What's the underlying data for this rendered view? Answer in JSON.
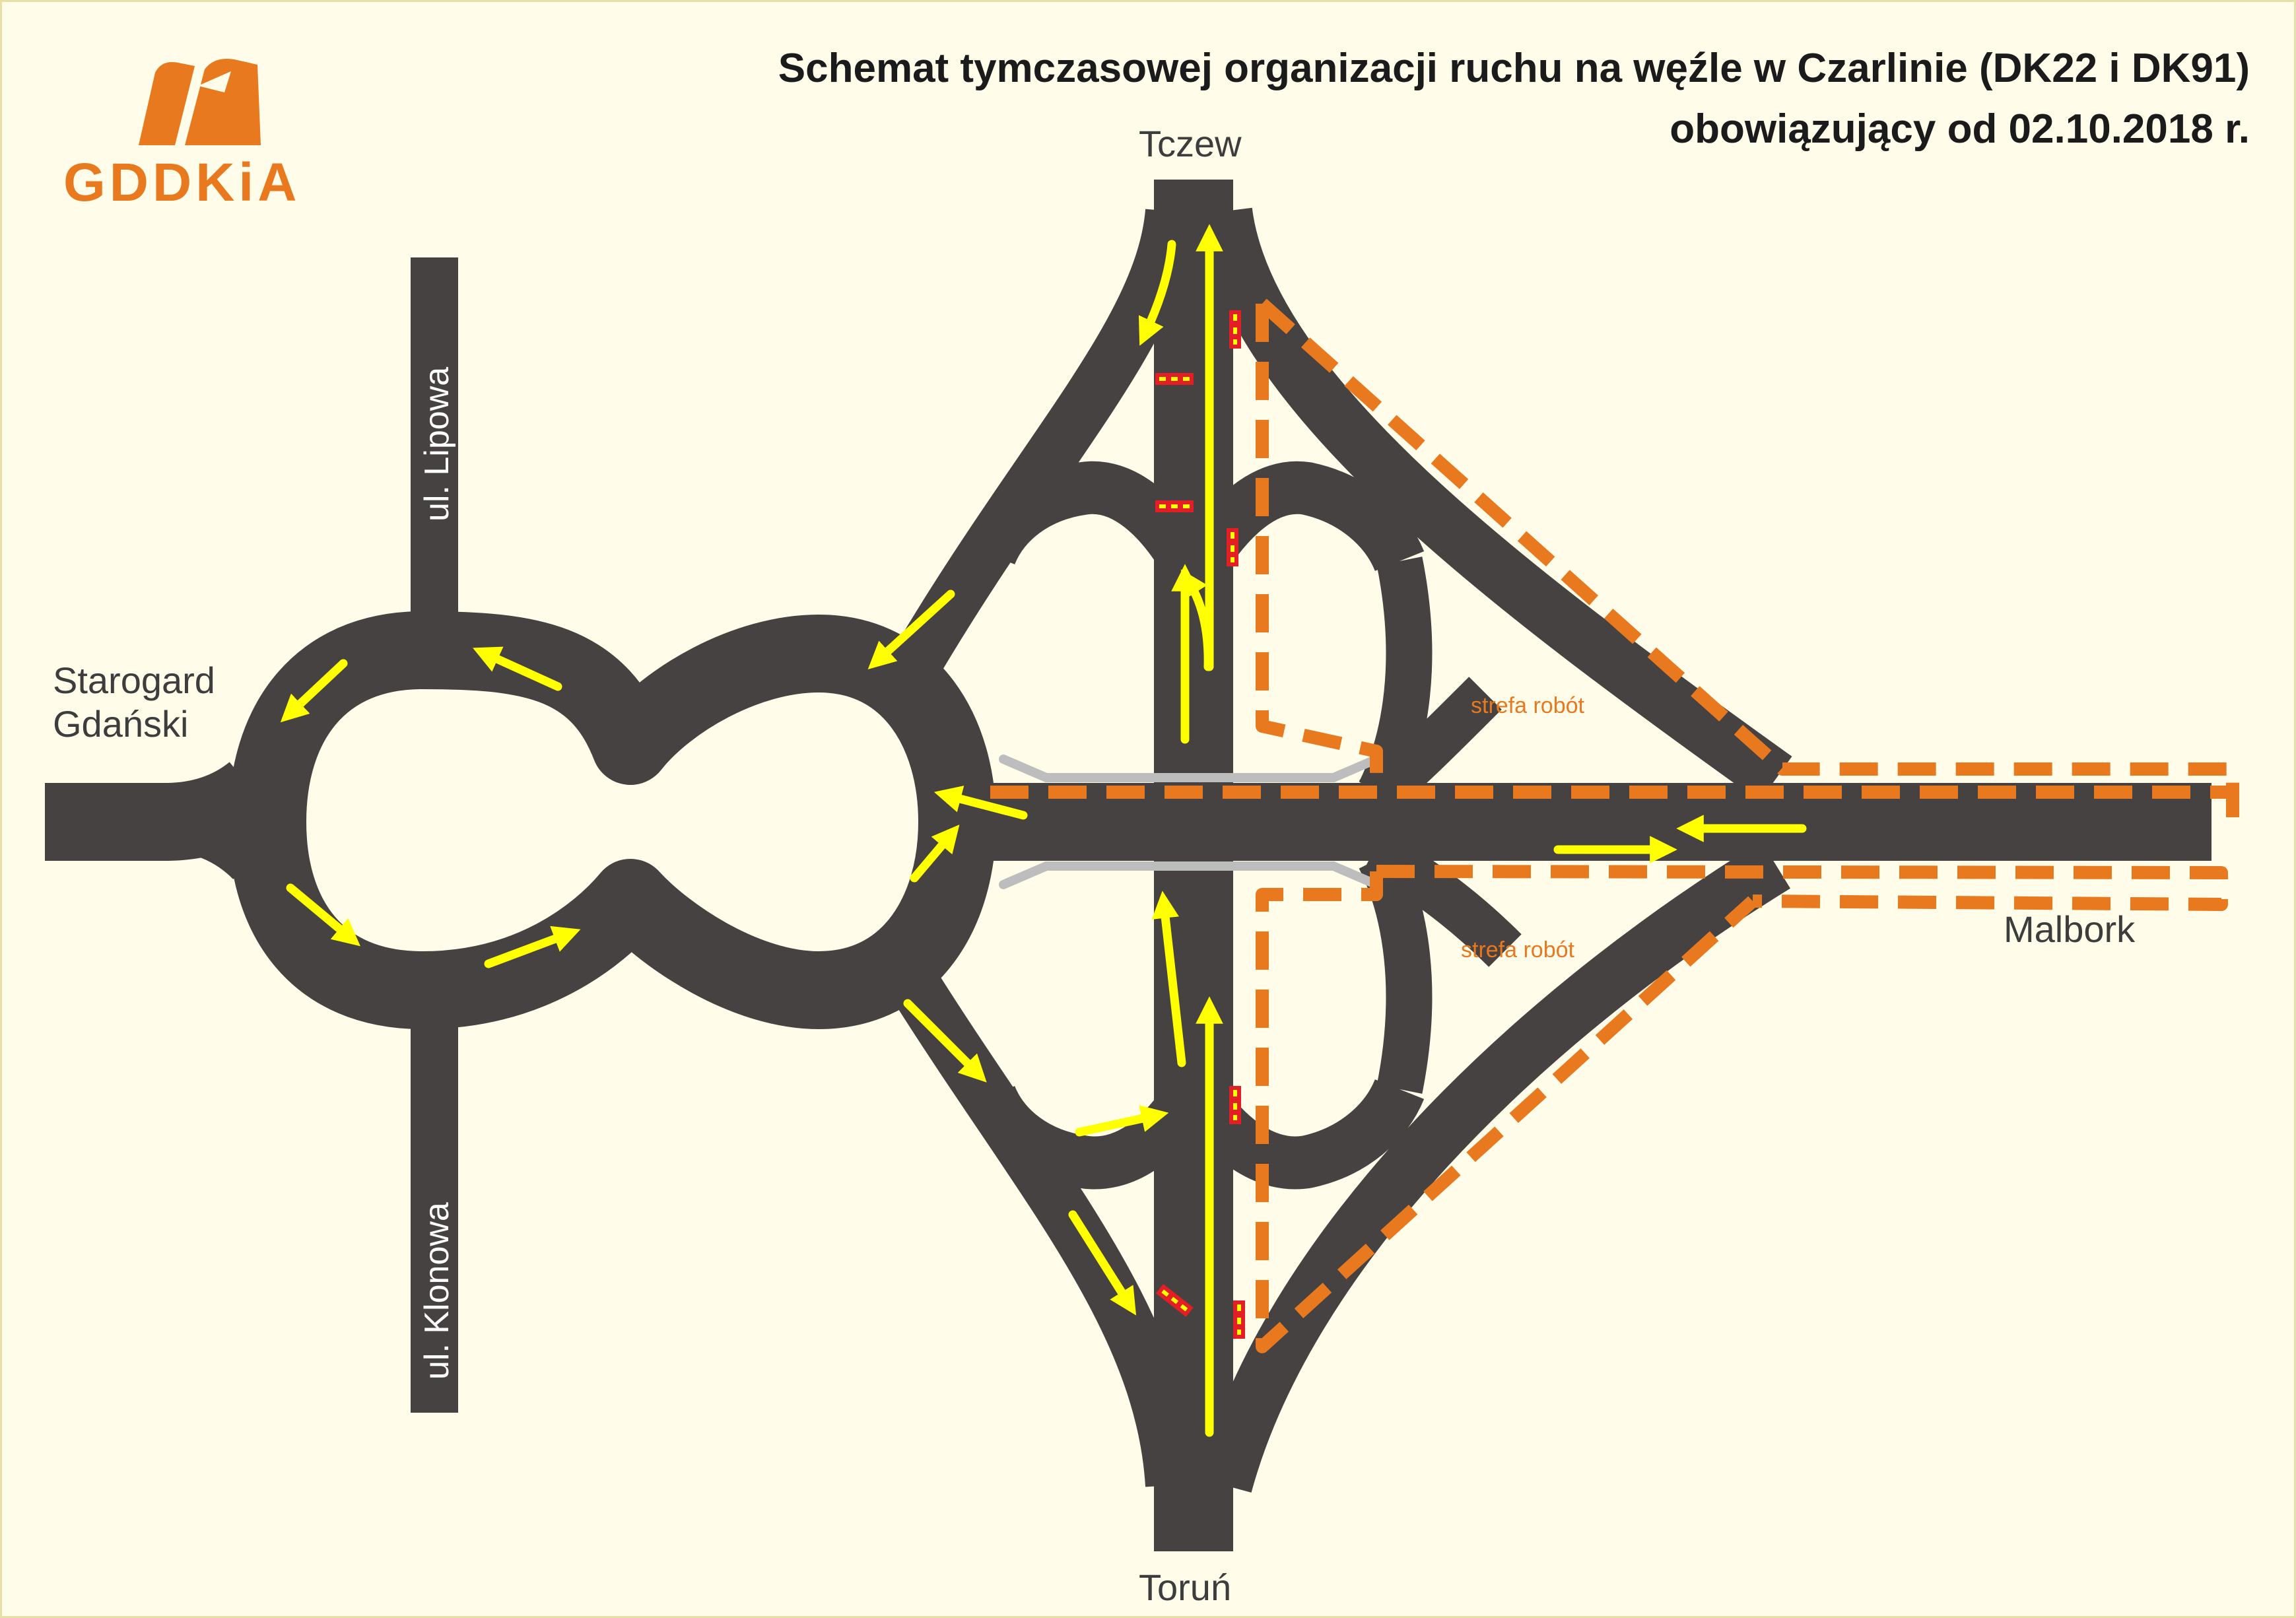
{
  "title": {
    "line1": "Schemat tymczasowej organizacji ruchu na węźle w Czarlinie (DK22 i DK91)",
    "line2": "obowiązujący od 02.10.2018 r."
  },
  "logo": {
    "text": "GDDKiA",
    "icon": "gddkia-road-logo-icon"
  },
  "destinations": {
    "north": "Tczew",
    "south": "Toruń",
    "west_line1": "Starogard",
    "west_line2": "Gdański",
    "east": "Malbork"
  },
  "streets": {
    "north": "ul. Lipowa",
    "south": "ul. Klonowa"
  },
  "work_zones": {
    "upper": "strefa robót",
    "lower": "strefa robót"
  },
  "colors": {
    "background": "#fffde9",
    "road": "#464241",
    "traffic_arrow": "#ffff00",
    "work_zone_boundary": "#e8791f",
    "barrier": "#e31e24",
    "bridge_rail": "#bdbdbd",
    "brand": "#e8791f"
  }
}
